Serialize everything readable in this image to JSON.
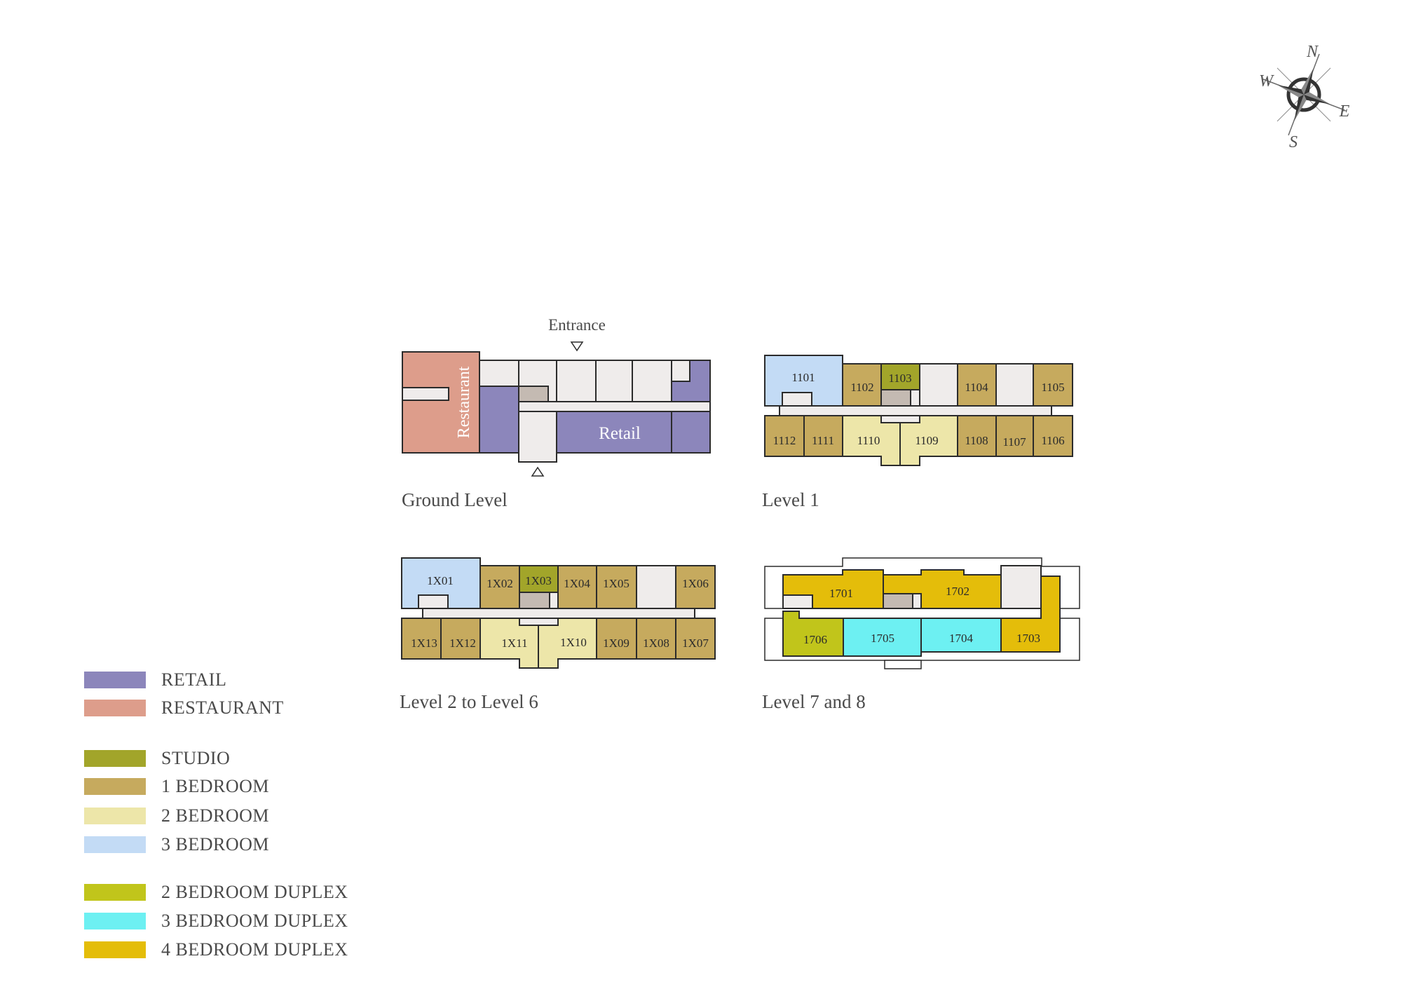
{
  "colors": {
    "retail": "#8c86bb",
    "restaurant": "#dd9d8b",
    "studio": "#a2a52a",
    "one_bedroom": "#c6aa5e",
    "two_bedroom": "#ede6a9",
    "three_bedroom": "#c3dbf5",
    "two_bedroom_duplex": "#c1c51b",
    "three_bedroom_duplex": "#6df0f2",
    "four_bedroom_duplex": "#e4bd0a",
    "common": "#efeceb",
    "core": "#c4bab2",
    "outline": "#2b2b2b"
  },
  "compass": {
    "n": "N",
    "e": "E",
    "s": "S",
    "w": "W"
  },
  "ground": {
    "title": "Ground Level",
    "entrance_label": "Entrance",
    "restaurant_label": "Restaurant",
    "retail_label": "Retail"
  },
  "level1": {
    "title": "Level 1",
    "units": [
      "1101",
      "1102",
      "1103",
      "1104",
      "1105",
      "1106",
      "1107",
      "1108",
      "1109",
      "1110",
      "1111",
      "1112"
    ]
  },
  "level2": {
    "title": "Level 2 to Level 6",
    "units": [
      "1X01",
      "1X02",
      "1X03",
      "1X04",
      "1X05",
      "1X06",
      "1X07",
      "1X08",
      "1X09",
      "1X10",
      "1X11",
      "1X12",
      "1X13"
    ]
  },
  "level7": {
    "title": "Level 7 and 8",
    "units": [
      "1701",
      "1702",
      "1703",
      "1704",
      "1705",
      "1706"
    ]
  },
  "legend": {
    "retail": "RETAIL",
    "restaurant": "RESTAURANT",
    "studio": "STUDIO",
    "one_bedroom": "1 BEDROOM",
    "two_bedroom": "2 BEDROOM",
    "three_bedroom": "3 BEDROOM",
    "two_bedroom_duplex": "2 BEDROOM DUPLEX",
    "three_bedroom_duplex": "3 BEDROOM DUPLEX",
    "four_bedroom_duplex": "4 BEDROOM DUPLEX"
  }
}
